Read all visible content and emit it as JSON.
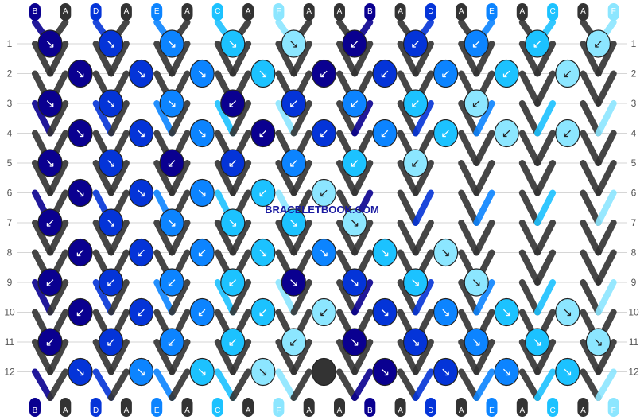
{
  "colors": {
    "A": "#333333",
    "B": "#0a0090",
    "C": "#1cc2ff",
    "D": "#0434d8",
    "E": "#0c84ff",
    "F": "#8ce6ff"
  },
  "top_strings": [
    "B",
    "A",
    "D",
    "A",
    "E",
    "A",
    "C",
    "A",
    "F",
    "A",
    "A",
    "B",
    "A",
    "D",
    "A",
    "E",
    "A",
    "C",
    "A",
    "F"
  ],
  "bottom_strings": [
    "B",
    "A",
    "D",
    "A",
    "E",
    "A",
    "C",
    "A",
    "F",
    "A",
    "A",
    "B",
    "A",
    "D",
    "A",
    "E",
    "A",
    "C",
    "A",
    "F"
  ],
  "row_labels": [
    "1",
    "2",
    "3",
    "4",
    "5",
    "6",
    "7",
    "8",
    "9",
    "10",
    "11",
    "12"
  ],
  "watermark": "BRACELETBOOK.COM",
  "knots": [
    [
      "B ↘",
      "D ↘",
      "E ↘",
      "C ↘",
      "F ↘",
      "B ↙",
      "D ↙",
      "E ↙",
      "C ↙",
      "F ↙"
    ],
    [
      "B ↘",
      "D ↘",
      "E ↘",
      "C ↘",
      "B ↙",
      "D ↙",
      "E ↙",
      "C ↙",
      "F ↙"
    ],
    [
      "B ↘",
      "D ↘",
      "E ↘",
      "B ↙",
      "D ↙",
      "E ↙",
      "C ↙",
      "F ↙"
    ],
    [
      "B ↘",
      "D ↘",
      "E ↘",
      "B ↙",
      "D ↙",
      "E ↙",
      "C ↙",
      "F ↙",
      "F ↙"
    ],
    [
      "B ↘",
      "D ↘",
      "B ↙",
      "D ↙",
      "E ↙",
      "C ↙",
      "F ↙"
    ],
    [
      "B ↘",
      "D ↘",
      "E ↘",
      "C ↙",
      "F ↙"
    ],
    [
      "B ↙",
      "D ↘",
      "E ↘",
      "C ↘",
      "C ↘",
      "F ↘"
    ],
    [
      "B ↙",
      "D ↙",
      "E ↙",
      "C ↘",
      "E ↘",
      "C ↘",
      "F ↘"
    ],
    [
      "B ↙",
      "D ↙",
      "E ↙",
      "C ↙",
      "B ↘",
      "D ↘",
      "C ↘",
      "F ↘"
    ],
    [
      "B ↙",
      "D ↙",
      "E ↙",
      "C ↙",
      "F ↙",
      "D ↘",
      "E ↘",
      "C ↘",
      "F ↘"
    ],
    [
      "B ↙",
      "D ↙",
      "E ↙",
      "C ↙",
      "F ↙",
      "B ↘",
      "D ↘",
      "E ↘",
      "C ↘",
      "F ↘"
    ],
    [
      "D ↘",
      "E ↘",
      "C ↘",
      "F ↘",
      "A ",
      "B ↘",
      "D ↘",
      "E ↘",
      "C ↘"
    ]
  ]
}
